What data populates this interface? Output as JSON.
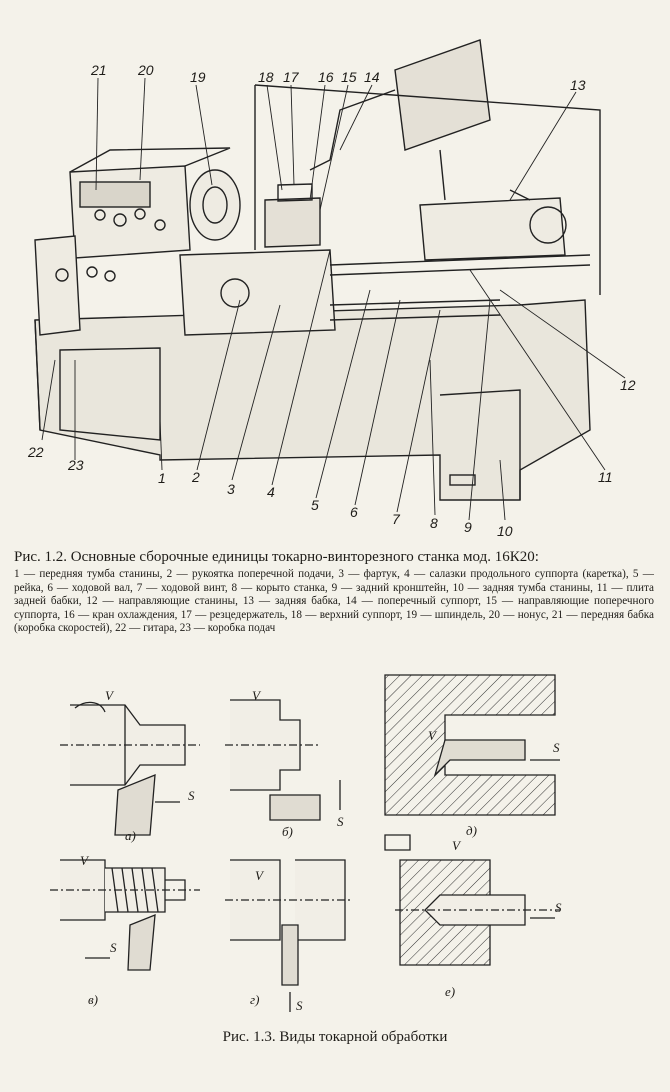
{
  "figure_1_2": {
    "caption": "Рис. 1.2. Основные сборочные единицы токарно-винторезного станка мод. 16К20:",
    "legend": "1 — передняя тумба станины, 2 — рукоятка поперечной подачи, 3 — фартук, 4 — салазки продольного суппорта (каретка), 5 — рейка, 6 — ходовой вал, 7 — ходовой винт, 8 — корыто станка, 9 — задний кронштейн, 10 — задняя тумба станины, 11 — плита задней бабки, 12 — направляющие станины, 13 — задняя бабка, 14 — поперечный суппорт, 15 — направляющие поперечного суппорта, 16 — кран охлаждения, 17 — резцедержатель, 18 — верхний суппорт, 19 — шпиндель, 20 — нонус, 21 — передняя бабка (коробка скоростей), 22 — гитара, 23 — коробка подач",
    "callouts": [
      "1",
      "2",
      "3",
      "4",
      "5",
      "6",
      "7",
      "8",
      "9",
      "10",
      "11",
      "12",
      "13",
      "14",
      "15",
      "16",
      "17",
      "18",
      "19",
      "20",
      "21",
      "22",
      "23"
    ]
  },
  "figure_1_3": {
    "caption": "Рис. 1.3. Виды токарной обработки",
    "panel_labels": [
      "а)",
      "б)",
      "в)",
      "г)",
      "д)",
      "е)"
    ],
    "velocity_label": "V",
    "feed_label": "S"
  }
}
